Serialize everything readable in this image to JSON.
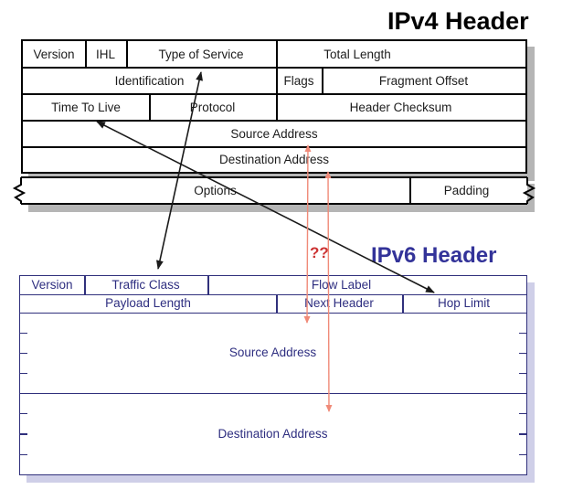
{
  "page": {
    "background": "#ffffff"
  },
  "ipv4": {
    "title": "IPv4 Header",
    "title_color": "#000000",
    "border_color": "#000000",
    "shadow_color": "#b5b5b5",
    "fields": {
      "version": "Version",
      "ihl": "IHL",
      "type_of_service": "Type of Service",
      "total_length": "Total Length",
      "identification": "Identification",
      "flags": "Flags",
      "fragment_offset": "Fragment Offset",
      "time_to_live": "Time To Live",
      "protocol": "Protocol",
      "header_checksum": "Header Checksum",
      "source_address": "Source Address",
      "destination_address": "Destination Address",
      "options": "Options",
      "padding": "Padding"
    }
  },
  "ipv6": {
    "title": "IPv6 Header",
    "title_color": "#333399",
    "border_color": "#30307c",
    "shadow_color": "#cfcfe8",
    "fields": {
      "version": "Version",
      "traffic_class": "Traffic Class",
      "flow_label": "Flow Label",
      "payload_length": "Payload Length",
      "next_header": "Next Header",
      "hop_limit": "Hop Limit",
      "source_address": "Source Address",
      "destination_address": "Destination Address"
    }
  },
  "annotations": {
    "question_label": "??",
    "question_color": "#cc3333",
    "field_arrow_color": "#1a1a1a",
    "address_arrow_color": "#f08a78",
    "mappings": [
      "Type of Service <-> Traffic Class",
      "Time To Live <-> Hop Limit",
      "Source Address <-> Source Address (??)",
      "Destination Address <-> Destination Address (??)"
    ]
  }
}
